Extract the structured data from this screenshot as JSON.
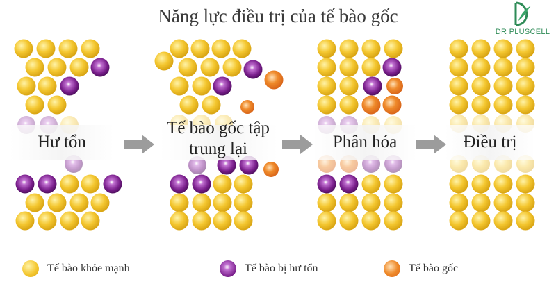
{
  "title": "Năng lực điều trị của tế bào gốc",
  "logo": {
    "text": "DR PLUSCELL"
  },
  "colors": {
    "healthy": "#f4c730",
    "damaged": "#7a1f8c",
    "stem": "#ef8a2a",
    "arrow": "#9c9c9c"
  },
  "stages": [
    {
      "label": "Hư tổn"
    },
    {
      "label": "Tế bào gốc tập trung lại"
    },
    {
      "label": "Phân hóa"
    },
    {
      "label": "Điều trị"
    }
  ],
  "legend": [
    {
      "label": "Tế bào khỏe mạnh",
      "type": "healthy"
    },
    {
      "label": "Tế bào bị hư tổn",
      "type": "damaged"
    },
    {
      "label": "Tế bào gốc",
      "type": "stem"
    }
  ]
}
